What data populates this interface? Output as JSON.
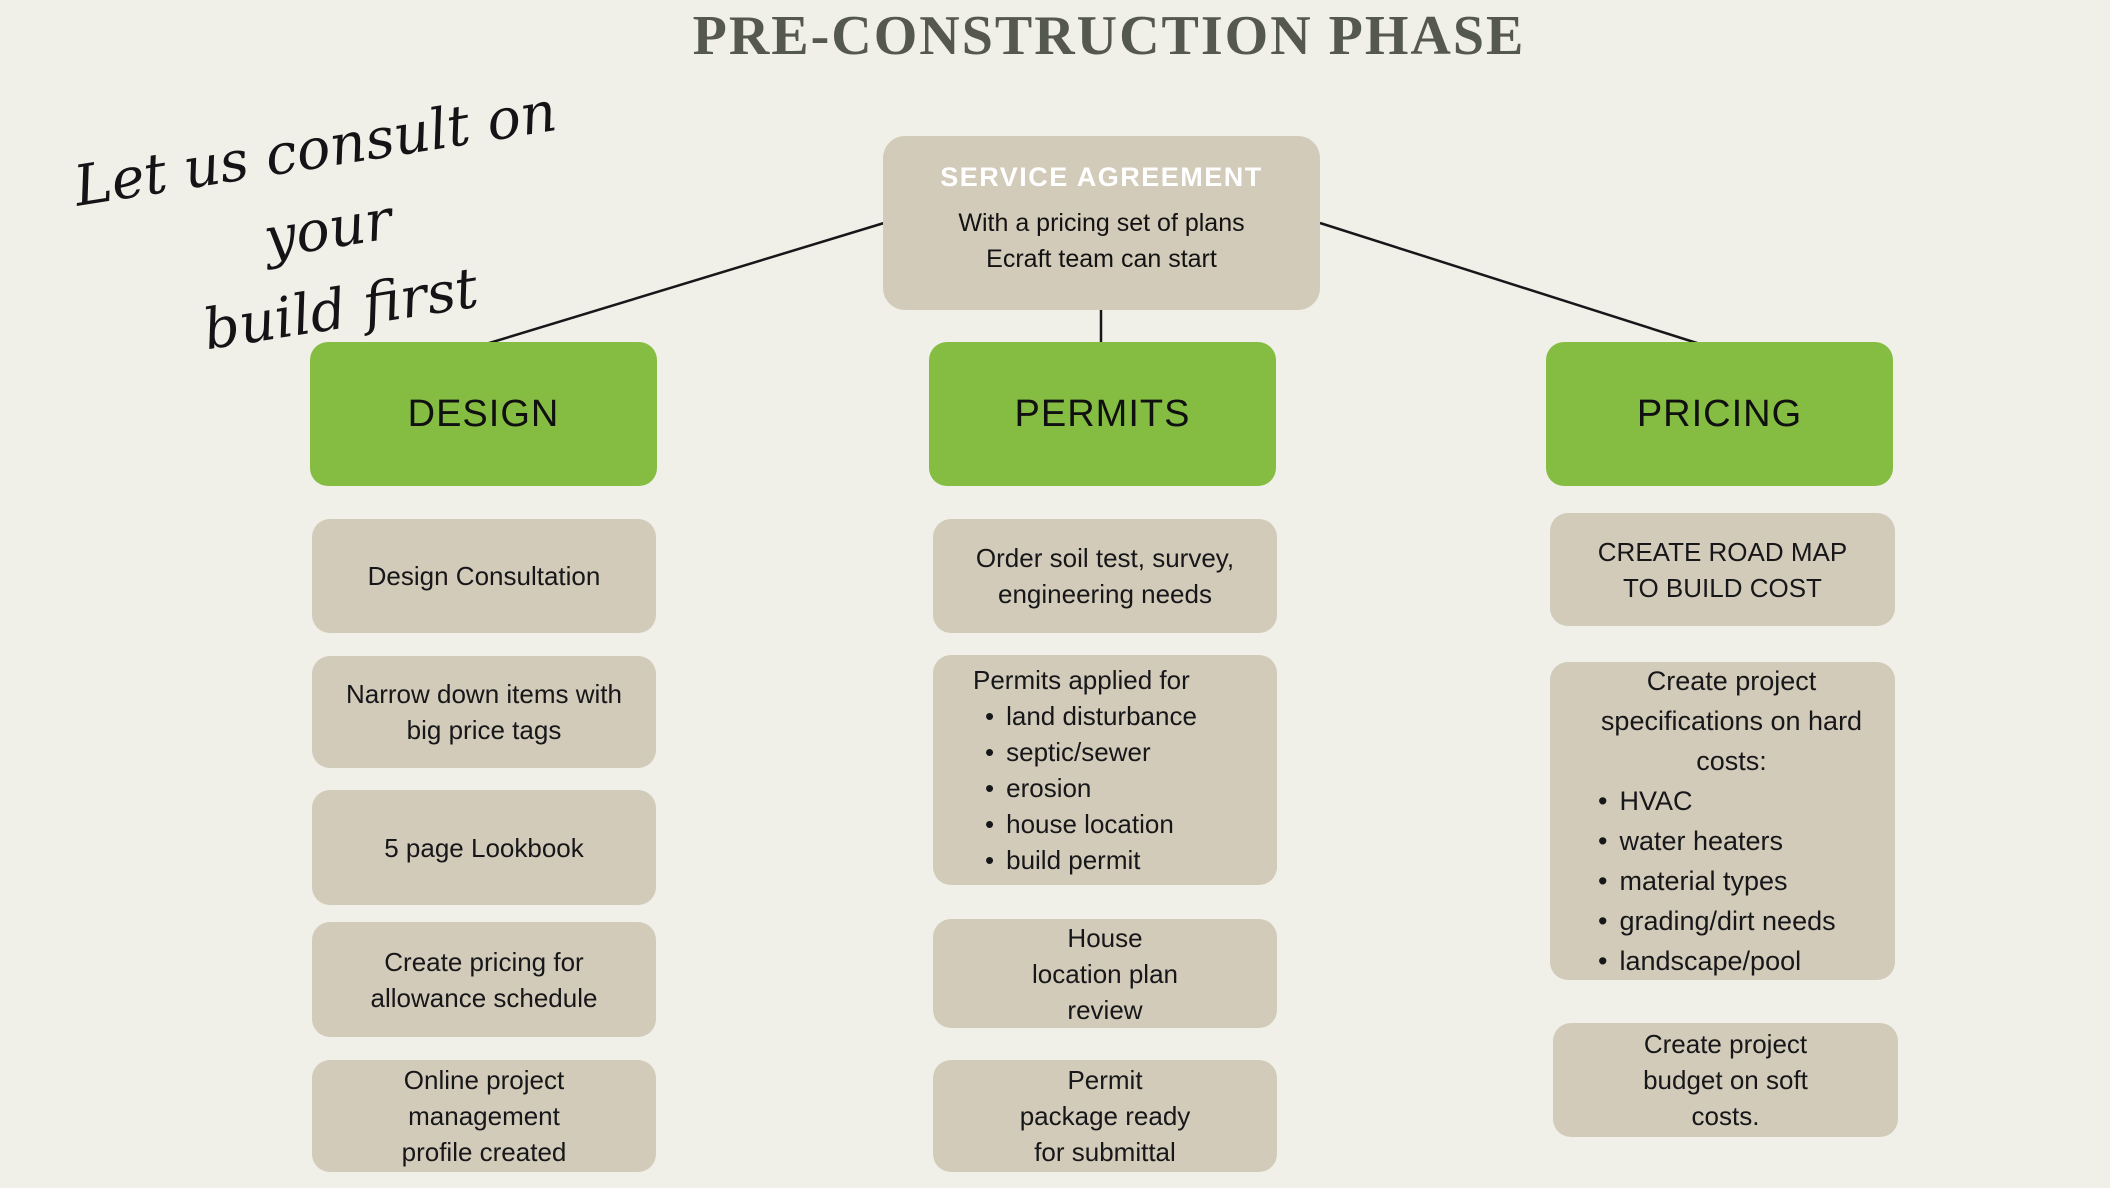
{
  "title": "PRE-CONSTRUCTION PHASE",
  "tagline": {
    "line1": "Let us consult on your",
    "line2": "build first"
  },
  "service_agreement": {
    "heading": "SERVICE AGREEMENT",
    "body_line1": "With a pricing set of plans",
    "body_line2": "Ecraft team can start"
  },
  "colors": {
    "background": "#f0efe8",
    "green": "#85bd43",
    "tan": "#d2cbba",
    "title": "#55584f",
    "line": "#17171a"
  },
  "columns": [
    {
      "header": "DESIGN",
      "boxes": [
        {
          "lines": [
            "Design Consultation"
          ]
        },
        {
          "lines": [
            "Narrow down items with",
            "big price tags"
          ]
        },
        {
          "lines": [
            "5 page Lookbook"
          ]
        },
        {
          "lines": [
            "Create pricing for",
            "allowance schedule"
          ]
        },
        {
          "lines": [
            "Online project",
            "management",
            "profile created"
          ]
        }
      ]
    },
    {
      "header": "PERMITS",
      "boxes": [
        {
          "lines": [
            "Order soil test, survey,",
            "engineering needs"
          ]
        },
        {
          "title": "Permits applied for",
          "bullets": [
            "land disturbance",
            "septic/sewer",
            "erosion",
            "house location",
            "build permit"
          ]
        },
        {
          "lines": [
            "House",
            "location plan",
            "review"
          ]
        },
        {
          "lines": [
            "Permit",
            "package ready",
            "for submittal"
          ]
        }
      ]
    },
    {
      "header": "PRICING",
      "boxes": [
        {
          "lines": [
            "CREATE ROAD MAP",
            "TO BUILD COST"
          ]
        },
        {
          "title_lines": [
            "Create project",
            "specifications on hard",
            "costs:"
          ],
          "bullets": [
            "HVAC",
            "water heaters",
            "material types",
            "grading/dirt needs",
            "landscape/pool"
          ]
        },
        {
          "lines": [
            "Create project",
            "budget on soft",
            "costs."
          ]
        }
      ]
    }
  ]
}
